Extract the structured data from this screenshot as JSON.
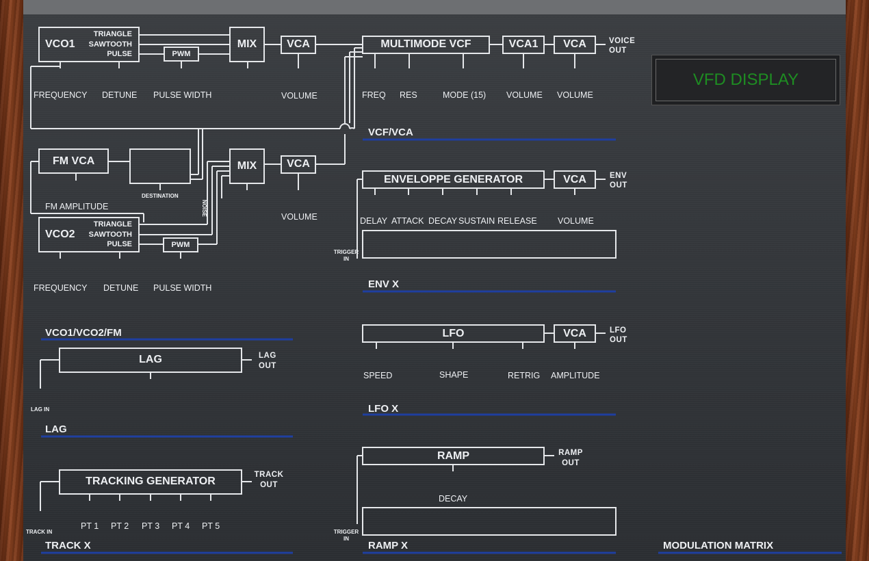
{
  "vco": {
    "vco1": "VCO1",
    "vco2": "VCO2",
    "triangle": "TRIANGLE",
    "sawtooth": "SAWTOOTH",
    "pulse": "PULSE",
    "pwm": "PWM",
    "mix": "MIX",
    "vca": "VCA",
    "fm_vca": "FM VCA",
    "destination": "DESTINATION",
    "fm_amplitude": "FM AMPLITUDE",
    "noise": "NOISE",
    "frequency": "FREQUENCY",
    "detune": "DETUNE",
    "pulse_width": "PULSE WIDTH",
    "volume": "VOLUME",
    "section": "VCO1/VCO2/FM"
  },
  "vcf": {
    "multimode": "MULTIMODE VCF",
    "vca1": "VCA1",
    "vca": "VCA",
    "voice_out": "VOICE OUT",
    "freq": "FREQ",
    "res": "RES",
    "mode": "MODE (15)",
    "volume": "VOLUME",
    "section": "VCF/VCA"
  },
  "env": {
    "title": "ENVELOPPE GENERATOR",
    "vca": "VCA",
    "out": "ENV OUT",
    "params": [
      "DELAY",
      "ATTACK",
      "DECAY",
      "SUSTAIN",
      "RELEASE"
    ],
    "volume": "VOLUME",
    "trigger_in": "TRIGGER IN",
    "section": "ENV X"
  },
  "lfo": {
    "title": "LFO",
    "vca": "VCA",
    "out": "LFO OUT",
    "speed": "SPEED",
    "shape": "SHAPE",
    "retrig": "RETRIG",
    "amplitude": "AMPLITUDE",
    "section": "LFO X"
  },
  "lag": {
    "title": "LAG",
    "out": "LAG OUT",
    "in": "LAG IN",
    "section": "LAG"
  },
  "track": {
    "title": "TRACKING GENERATOR",
    "out": "TRACK OUT",
    "in": "TRACK IN",
    "points": [
      "PT 1",
      "PT 2",
      "PT 3",
      "PT 4",
      "PT 5"
    ],
    "section": "TRACK X"
  },
  "ramp": {
    "title": "RAMP",
    "out": "RAMP OUT",
    "decay": "DECAY",
    "trigger_in": "TRIGGER IN",
    "section": "RAMP X"
  },
  "vfd": {
    "label": "VFD DISPLAY"
  },
  "matrix": {
    "section": "MODULATION MATRIX"
  },
  "colors": {
    "panel": "#2f3236",
    "line": "#e6e8eb",
    "underline": "#1f3fa0",
    "vfd_text": "#1e8d22",
    "wood": "#7a3a1e"
  }
}
